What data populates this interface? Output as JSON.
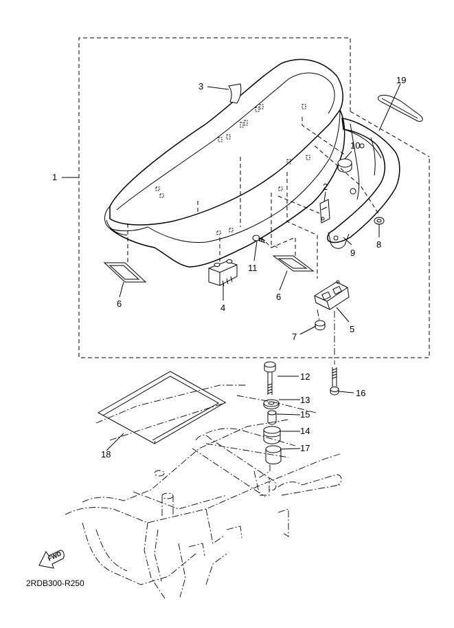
{
  "diagram": {
    "callouts": [
      {
        "id": "1",
        "label": "1"
      },
      {
        "id": "2",
        "label": "2"
      },
      {
        "id": "3",
        "label": "3"
      },
      {
        "id": "4",
        "label": "4"
      },
      {
        "id": "5",
        "label": "5"
      },
      {
        "id": "6a",
        "label": "6"
      },
      {
        "id": "6b",
        "label": "6"
      },
      {
        "id": "7",
        "label": "7"
      },
      {
        "id": "8",
        "label": "8"
      },
      {
        "id": "9",
        "label": "9"
      },
      {
        "id": "10",
        "label": "10"
      },
      {
        "id": "11",
        "label": "11"
      },
      {
        "id": "12",
        "label": "12"
      },
      {
        "id": "13",
        "label": "13"
      },
      {
        "id": "14",
        "label": "14"
      },
      {
        "id": "15",
        "label": "15"
      },
      {
        "id": "16",
        "label": "16"
      },
      {
        "id": "17",
        "label": "17"
      },
      {
        "id": "18",
        "label": "18"
      },
      {
        "id": "19",
        "label": "19"
      }
    ],
    "fwd_label": "FWD",
    "drawing_code": "2RDB300-R250"
  }
}
